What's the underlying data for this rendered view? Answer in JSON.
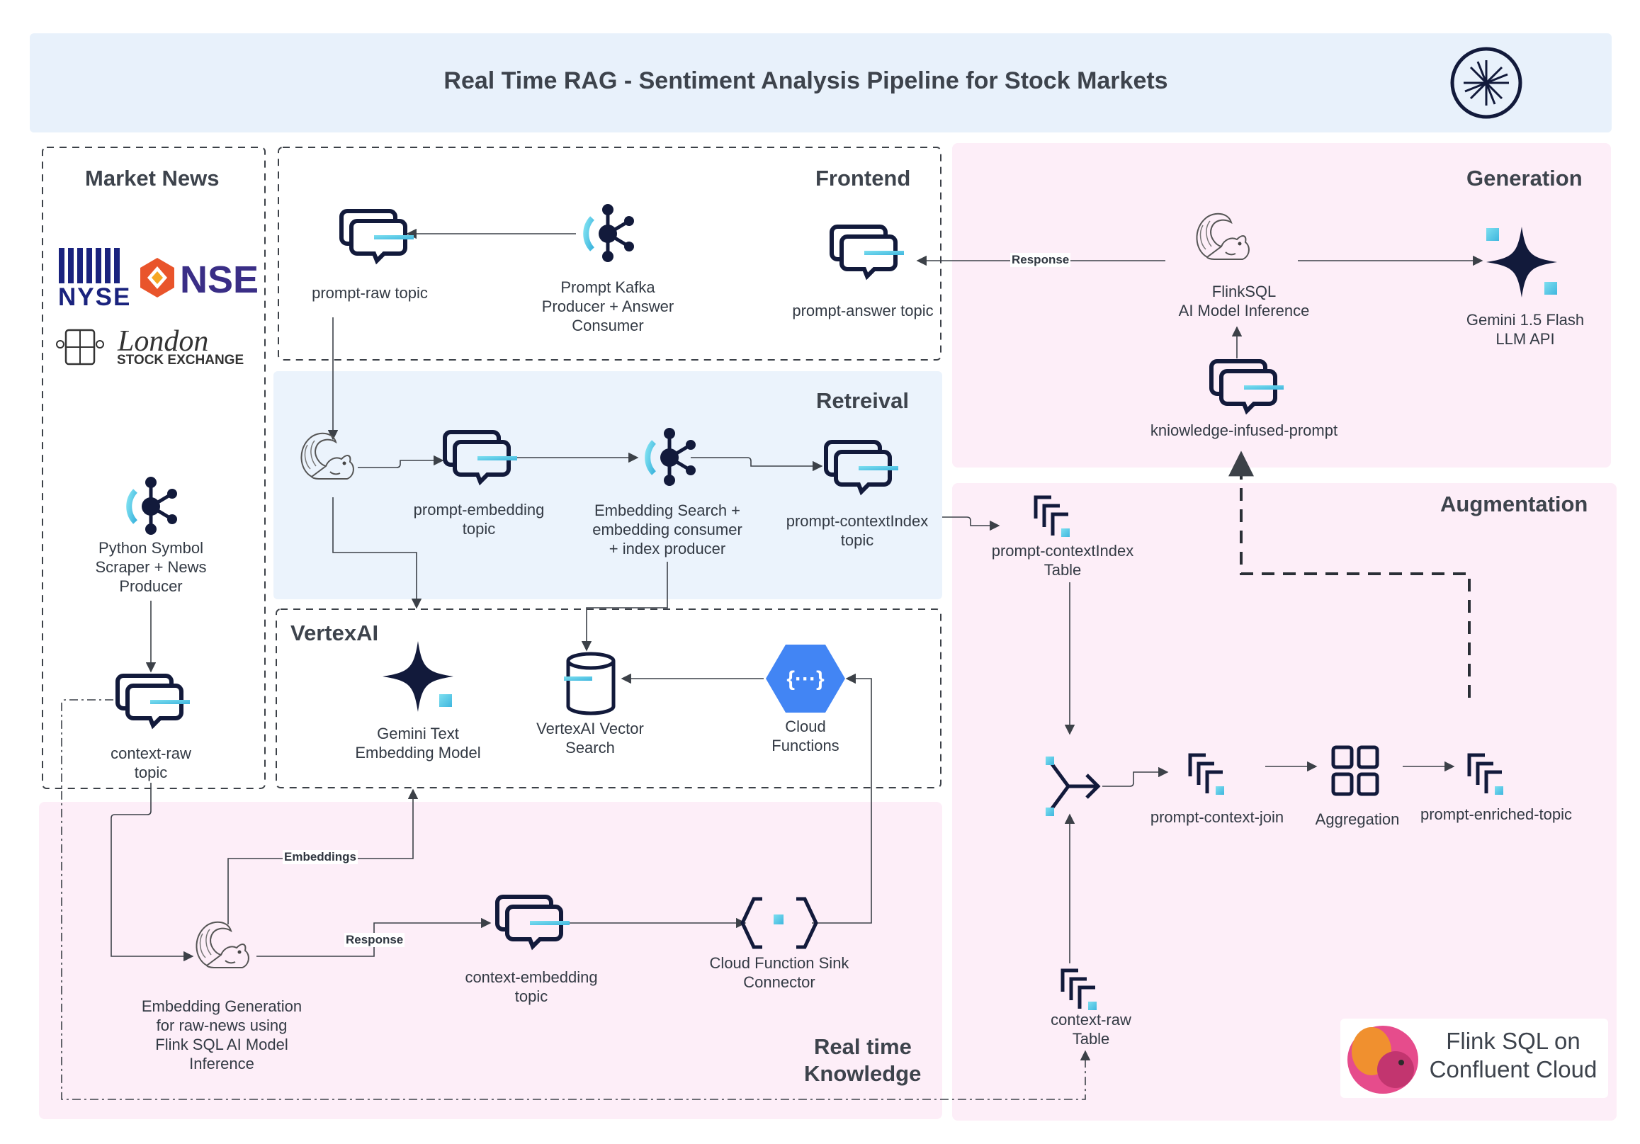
{
  "header": {
    "title": "Real Time RAG - Sentiment Analysis Pipeline for Stock Markets",
    "logo_icon": "confluent-logo-icon"
  },
  "sections": {
    "market_news": "Market News",
    "frontend": "Frontend",
    "retrieval": "Retreival",
    "vertexai": "VertexAI",
    "generation": "Generation",
    "augmentation": "Augmentation",
    "realtime_line1": "Real time",
    "realtime_line2": "Knowledge"
  },
  "brands": {
    "nyse": "NYSE",
    "nse": "NSE",
    "london": "London",
    "lse_sub": "STOCK EXCHANGE"
  },
  "nodes": {
    "python_producer": [
      "Python Symbol",
      "Scraper + News",
      "Producer"
    ],
    "context_raw_topic": [
      "context-raw",
      "topic"
    ],
    "prompt_raw_topic": [
      "prompt-raw topic"
    ],
    "prompt_kafka": [
      "Prompt Kafka",
      "Producer + Answer",
      "Consumer"
    ],
    "prompt_answer_topic": [
      "prompt-answer topic"
    ],
    "flinksql_inference": [
      "FlinkSQL",
      "AI Model Inference"
    ],
    "gemini_flash": [
      "Gemini 1.5 Flash",
      "LLM API"
    ],
    "knowledge_prompt": [
      "kniowledge-infused-prompt"
    ],
    "prompt_embedding_topic": [
      "prompt-embedding",
      "topic"
    ],
    "embedding_search": [
      "Embedding Search +",
      "embedding consumer",
      "+ index producer"
    ],
    "prompt_contextindex_topic": [
      "prompt-contextIndex",
      "topic"
    ],
    "prompt_contextindex_table": [
      "prompt-contextIndex",
      "Table"
    ],
    "gemini_text_embedding": [
      "Gemini Text",
      "Embedding Model"
    ],
    "vertex_vector_search": [
      "VertexAI Vector",
      "Search"
    ],
    "cloud_functions": [
      "Cloud",
      "Functions"
    ],
    "prompt_context_join": [
      "prompt-context-join"
    ],
    "aggregation": [
      "Aggregation"
    ],
    "prompt_enriched_topic": [
      "prompt-enriched-topic"
    ],
    "embedding_generation": [
      "Embedding Generation",
      "for raw-news using",
      "Flink SQL AI Model",
      "Inference"
    ],
    "context_embedding_topic": [
      "context-embedding",
      "topic"
    ],
    "cloud_function_sink": [
      "Cloud Function Sink",
      "Connector"
    ],
    "context_raw_table": [
      "context-raw",
      "Table"
    ]
  },
  "edge_labels": {
    "response_top": "Response",
    "embeddings": "Embeddings",
    "response_bottom": "Response"
  },
  "flink_badge": [
    "Flink SQL on",
    "Confluent Cloud"
  ],
  "colors": {
    "header_bg": "#e8f1fb",
    "retrieval_bg": "#ebf3fc",
    "pink_bg": "#fdeef8",
    "navy": "#121a3b",
    "accent": "#4fc8e3",
    "line": "#3c4148",
    "nse_purple": "#3a2e86",
    "nse_orange": "#e9542b"
  }
}
